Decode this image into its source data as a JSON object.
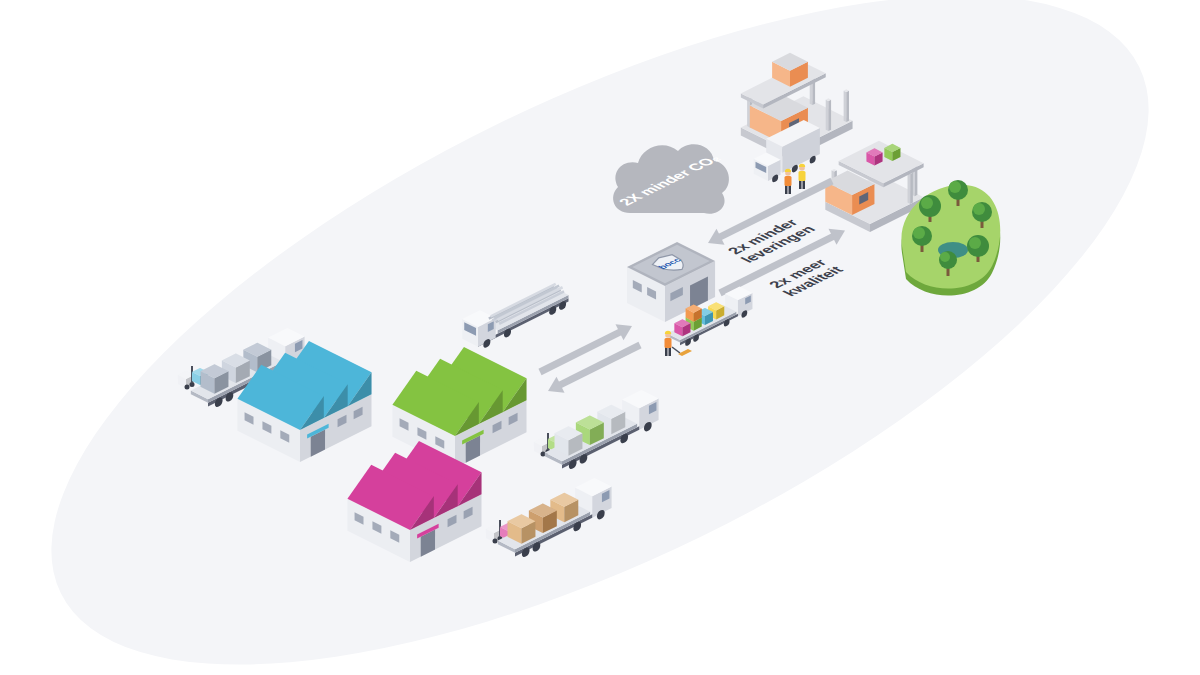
{
  "diagram": {
    "nodes": [
      {
        "text": [
          "2X minder CO₂"
        ]
      }
    ],
    "labels": [
      "bocc",
      "2x minder leveringen",
      "2x meer kwaliteit"
    ]
  }
}
